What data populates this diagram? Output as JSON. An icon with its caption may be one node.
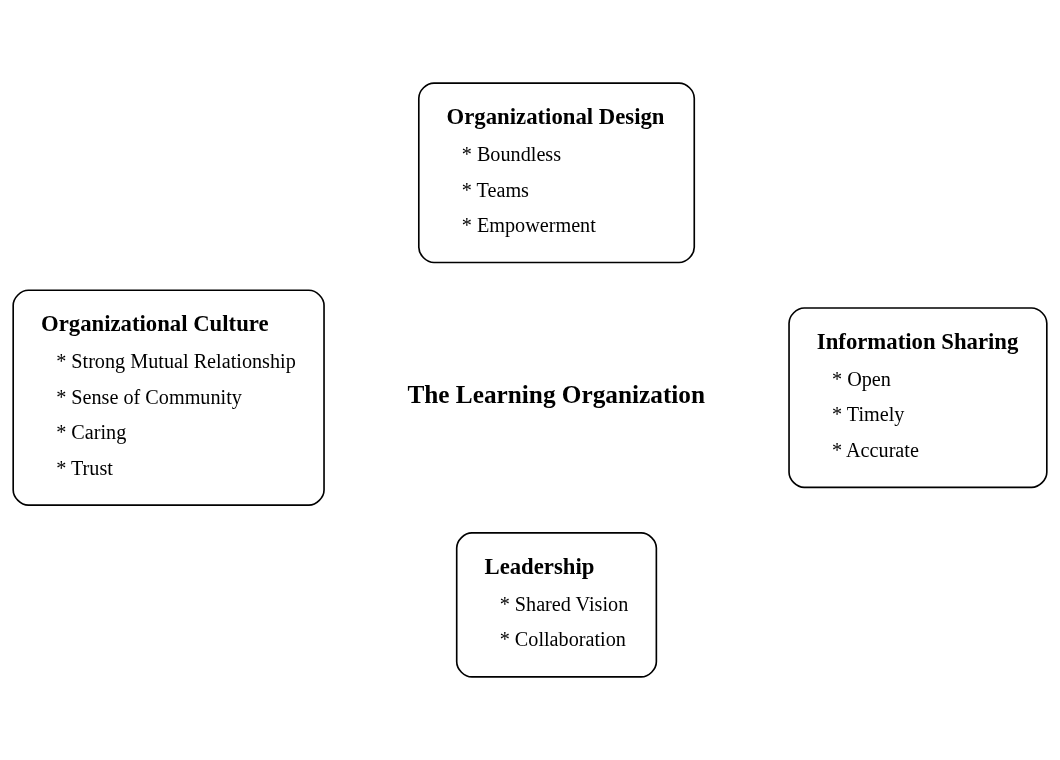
{
  "diagram": {
    "nodes": [
      {
        "text": [
          "Organizational Design",
          "* Boundless",
          "* Teams",
          "* Empowerment"
        ]
      },
      {
        "text": [
          "Organizational Culture",
          "* Strong Mutual Relationship",
          "* Sense of Community",
          "* Caring",
          "* Trust"
        ]
      },
      {
        "text": [
          "Information Sharing",
          "* Open",
          "* Timely",
          "* Accurate"
        ]
      },
      {
        "text": [
          "Leadership",
          "* Shared Vision",
          "* Collaboration"
        ]
      }
    ],
    "edges": [],
    "labels": [
      "The Learning Organization"
    ]
  }
}
